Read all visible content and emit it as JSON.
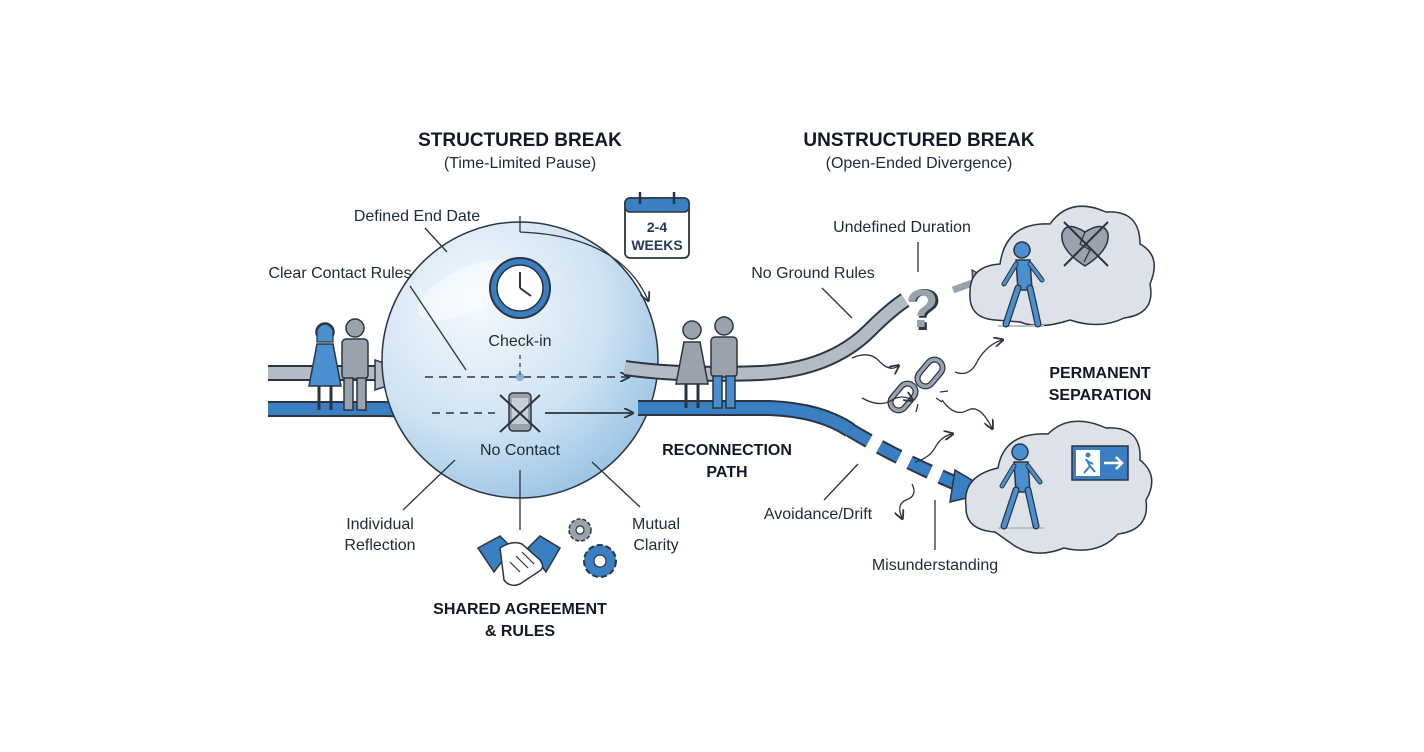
{
  "structured": {
    "title": "STRUCTURED BREAK",
    "subtitle": "(Time-Limited Pause)",
    "labels": {
      "defined_end_date": "Defined End Date",
      "clear_contact_rules": "Clear Contact Rules",
      "check_in": "Check-in",
      "no_contact": "No Contact",
      "individual_reflection_1": "Individual",
      "individual_reflection_2": "Reflection",
      "mutual_clarity_1": "Mutual",
      "mutual_clarity_2": "Clarity",
      "shared_agreement_1": "SHARED AGREEMENT",
      "shared_agreement_2": "& RULES"
    },
    "calendar": {
      "line1": "2-4",
      "line2": "WEEKS"
    }
  },
  "reconnection": {
    "line1": "RECONNECTION",
    "line2": "PATH"
  },
  "unstructured": {
    "title": "UNSTRUCTURED BREAK",
    "subtitle": "(Open-Ended Divergence)",
    "labels": {
      "undefined_duration": "Undefined Duration",
      "no_ground_rules": "No Ground Rules",
      "avoidance_drift": "Avoidance/Drift",
      "misunderstanding": "Misunderstanding"
    }
  },
  "outcome": {
    "line1": "PERMANENT",
    "line2": "SEPARATION"
  },
  "colors": {
    "blue_path": "#3a7fc1",
    "gray_path": "#b3bbc4",
    "bubble": "#cfe3f3",
    "cloud": "#dde2e8",
    "outline": "#2b3440",
    "figure_blue": "#4a90d0",
    "figure_gray": "#9aa3ad"
  },
  "icons": [
    "clock-icon",
    "calendar-icon",
    "phone-crossed-icon",
    "handshake-icon",
    "gears-icon",
    "question-mark-icon",
    "broken-chain-icon",
    "broken-heart-icon",
    "exit-sign-icon",
    "walking-person-icon",
    "couple-icon"
  ]
}
